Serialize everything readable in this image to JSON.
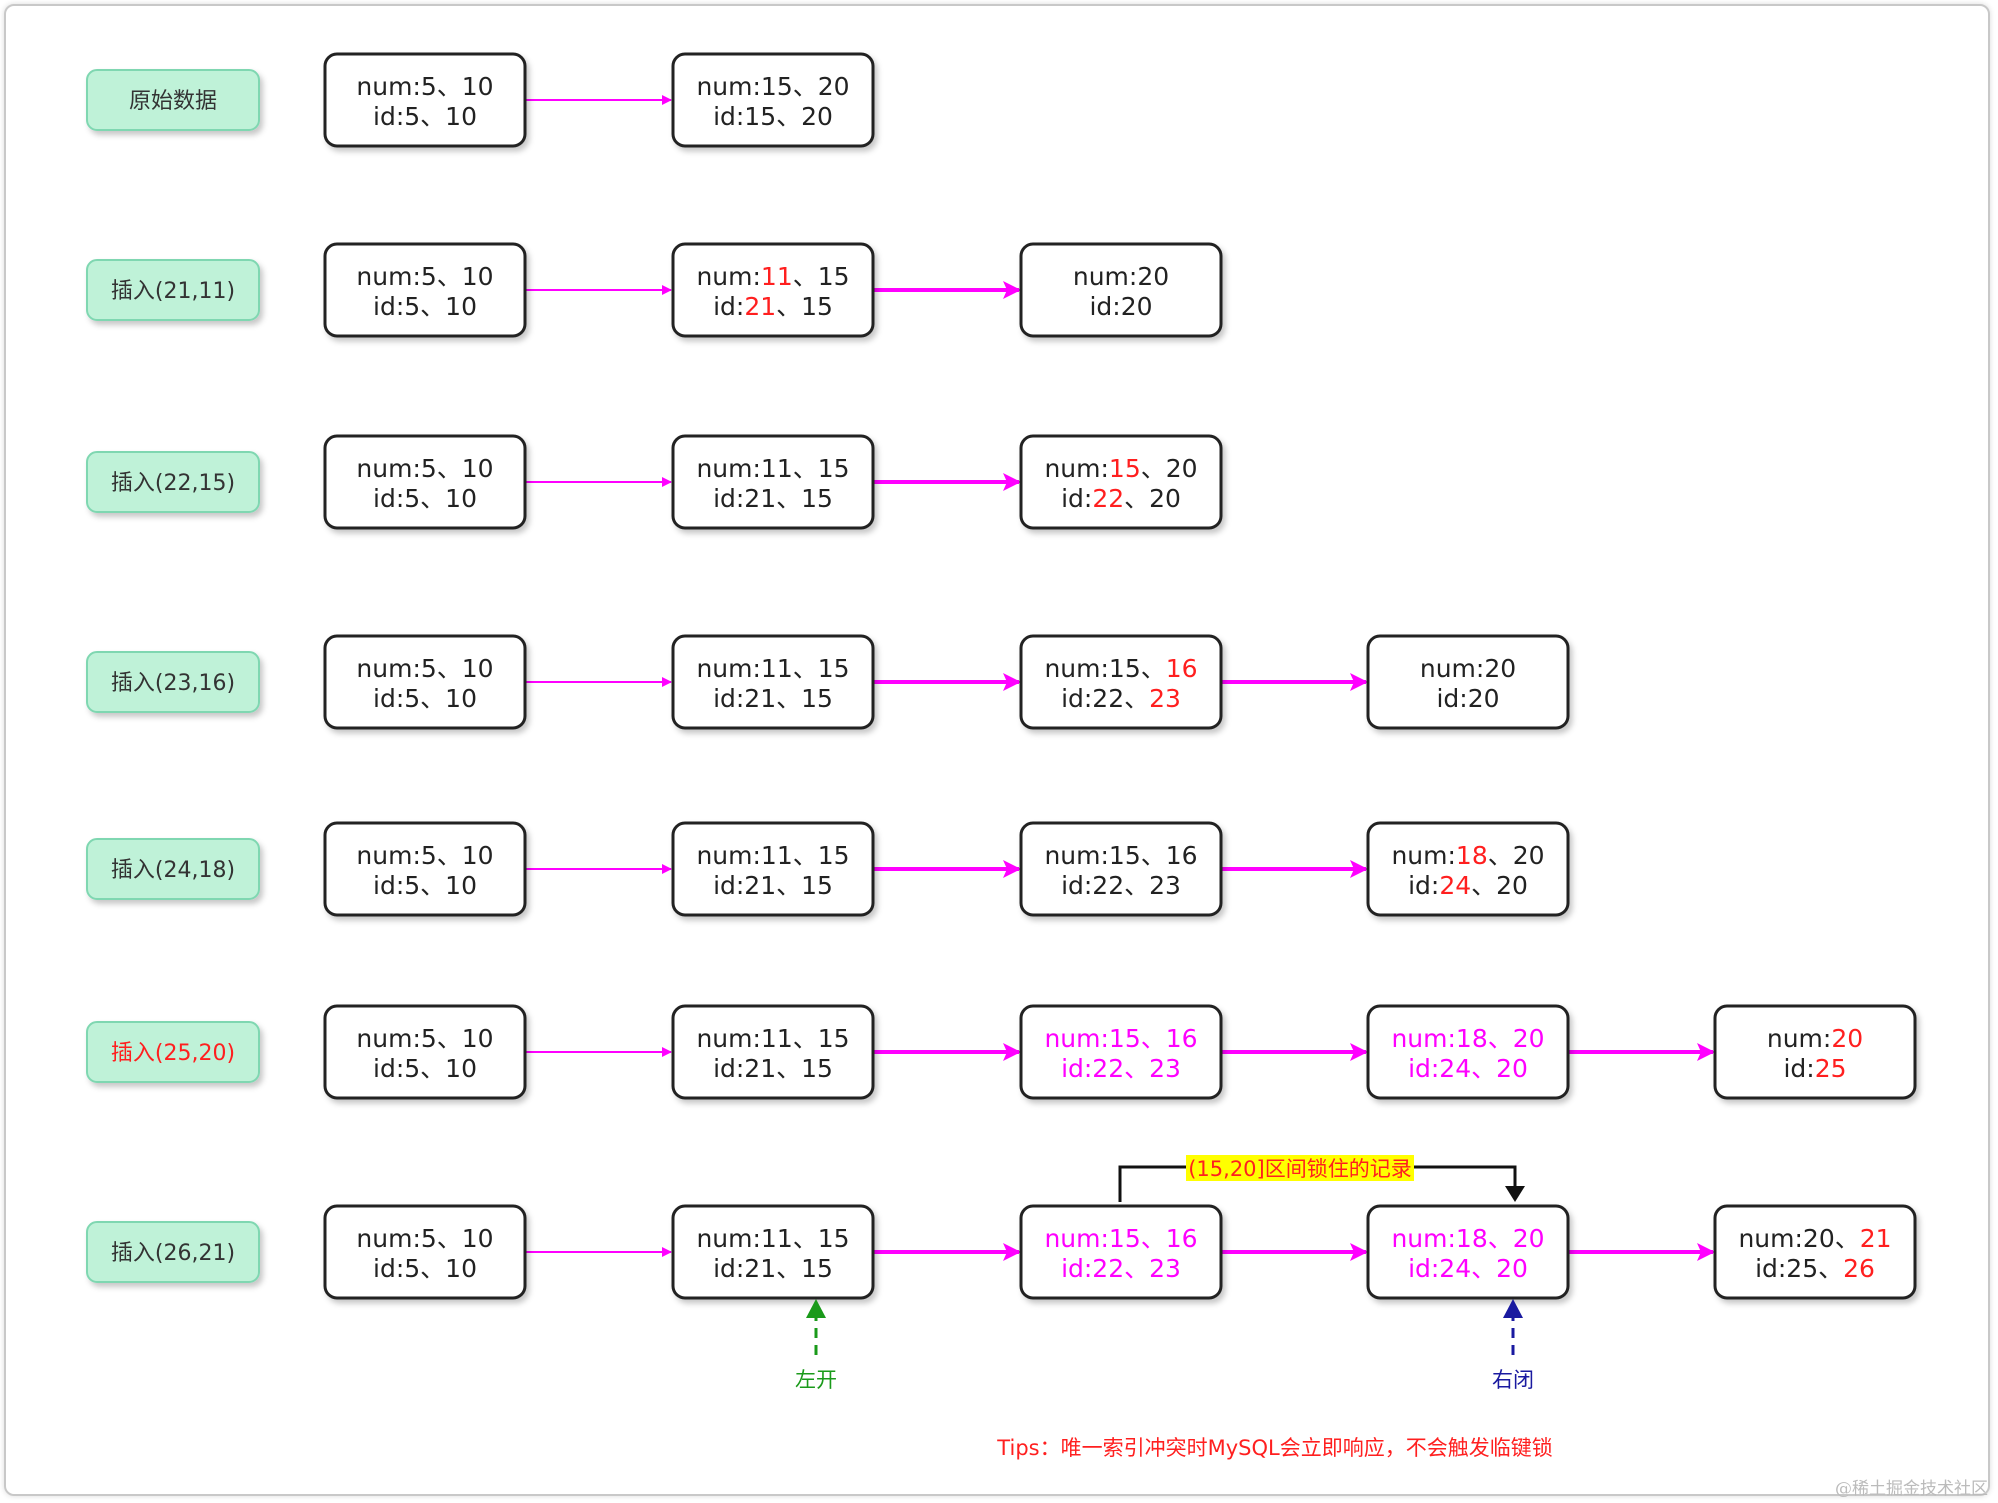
{
  "colors": {
    "label_bg": "#bff2d8",
    "label_stroke": "#7fd7b1",
    "label_text": "#333333",
    "label_highlight": "#ff1f1f",
    "box_stroke": "#222222",
    "text_normal": "#222222",
    "text_red": "#ff1f1f",
    "text_magenta": "#ff00ff",
    "arrow": "#ff00ff",
    "bracket": "#111111",
    "note_bg": "#ffff00",
    "note_text": "#ff1f1f",
    "left_mark": "#1a9a1a",
    "right_mark": "#1a1aa0",
    "tips": "#ff1f1f",
    "watermark": "#bbbbbb"
  },
  "rows": [
    {
      "label": "原始数据",
      "label_color": "normal",
      "nodes": [
        {
          "lines": [
            [
              {
                "t": "num:5、10"
              }
            ],
            [
              {
                "t": "id:5、10"
              }
            ]
          ]
        },
        {
          "lines": [
            [
              {
                "t": "num:15、20"
              }
            ],
            [
              {
                "t": "id:15、20"
              }
            ]
          ]
        }
      ]
    },
    {
      "label": "插入(21,11)",
      "label_color": "normal",
      "nodes": [
        {
          "lines": [
            [
              {
                "t": "num:5、10"
              }
            ],
            [
              {
                "t": "id:5、10"
              }
            ]
          ]
        },
        {
          "lines": [
            [
              {
                "t": "num:"
              },
              {
                "t": "11",
                "c": "red"
              },
              {
                "t": "、15"
              }
            ],
            [
              {
                "t": "id:"
              },
              {
                "t": "21",
                "c": "red"
              },
              {
                "t": "、15"
              }
            ]
          ]
        },
        {
          "lines": [
            [
              {
                "t": "num:20"
              }
            ],
            [
              {
                "t": "id:20"
              }
            ]
          ]
        }
      ]
    },
    {
      "label": "插入(22,15)",
      "label_color": "normal",
      "nodes": [
        {
          "lines": [
            [
              {
                "t": "num:5、10"
              }
            ],
            [
              {
                "t": "id:5、10"
              }
            ]
          ]
        },
        {
          "lines": [
            [
              {
                "t": "num:11、15"
              }
            ],
            [
              {
                "t": "id:21、15"
              }
            ]
          ]
        },
        {
          "lines": [
            [
              {
                "t": "num:"
              },
              {
                "t": "15",
                "c": "red"
              },
              {
                "t": "、20"
              }
            ],
            [
              {
                "t": "id:"
              },
              {
                "t": "22",
                "c": "red"
              },
              {
                "t": "、20"
              }
            ]
          ]
        }
      ]
    },
    {
      "label": "插入(23,16)",
      "label_color": "normal",
      "nodes": [
        {
          "lines": [
            [
              {
                "t": "num:5、10"
              }
            ],
            [
              {
                "t": "id:5、10"
              }
            ]
          ]
        },
        {
          "lines": [
            [
              {
                "t": "num:11、15"
              }
            ],
            [
              {
                "t": "id:21、15"
              }
            ]
          ]
        },
        {
          "lines": [
            [
              {
                "t": "num:15、"
              },
              {
                "t": "16",
                "c": "red"
              }
            ],
            [
              {
                "t": "id:22、"
              },
              {
                "t": "23",
                "c": "red"
              }
            ]
          ]
        },
        {
          "lines": [
            [
              {
                "t": "num:20"
              }
            ],
            [
              {
                "t": "id:20"
              }
            ]
          ]
        }
      ]
    },
    {
      "label": "插入(24,18)",
      "label_color": "normal",
      "nodes": [
        {
          "lines": [
            [
              {
                "t": "num:5、10"
              }
            ],
            [
              {
                "t": "id:5、10"
              }
            ]
          ]
        },
        {
          "lines": [
            [
              {
                "t": "num:11、15"
              }
            ],
            [
              {
                "t": "id:21、15"
              }
            ]
          ]
        },
        {
          "lines": [
            [
              {
                "t": "num:15、16"
              }
            ],
            [
              {
                "t": "id:22、23"
              }
            ]
          ]
        },
        {
          "lines": [
            [
              {
                "t": "num:"
              },
              {
                "t": "18",
                "c": "red"
              },
              {
                "t": "、20"
              }
            ],
            [
              {
                "t": "id:"
              },
              {
                "t": "24",
                "c": "red"
              },
              {
                "t": "、20"
              }
            ]
          ]
        }
      ]
    },
    {
      "label": "插入(25,20)",
      "label_color": "red",
      "nodes": [
        {
          "lines": [
            [
              {
                "t": "num:5、10"
              }
            ],
            [
              {
                "t": "id:5、10"
              }
            ]
          ]
        },
        {
          "lines": [
            [
              {
                "t": "num:11、15"
              }
            ],
            [
              {
                "t": "id:21、15"
              }
            ]
          ]
        },
        {
          "lines": [
            [
              {
                "t": "num:15、16",
                "c": "magenta"
              }
            ],
            [
              {
                "t": "id:22、23",
                "c": "magenta"
              }
            ]
          ]
        },
        {
          "lines": [
            [
              {
                "t": "num:18、20",
                "c": "magenta"
              }
            ],
            [
              {
                "t": "id:24、20",
                "c": "magenta"
              }
            ]
          ]
        },
        {
          "lines": [
            [
              {
                "t": "num:"
              },
              {
                "t": "20",
                "c": "red"
              }
            ],
            [
              {
                "t": "id:"
              },
              {
                "t": "25",
                "c": "red"
              }
            ]
          ]
        }
      ]
    },
    {
      "label": "插入(26,21)",
      "label_color": "normal",
      "nodes": [
        {
          "lines": [
            [
              {
                "t": "num:5、10"
              }
            ],
            [
              {
                "t": "id:5、10"
              }
            ]
          ]
        },
        {
          "lines": [
            [
              {
                "t": "num:11、15"
              }
            ],
            [
              {
                "t": "id:21、15"
              }
            ]
          ]
        },
        {
          "lines": [
            [
              {
                "t": "num:15、16",
                "c": "magenta"
              }
            ],
            [
              {
                "t": "id:22、23",
                "c": "magenta"
              }
            ]
          ]
        },
        {
          "lines": [
            [
              {
                "t": "num:18、20",
                "c": "magenta"
              }
            ],
            [
              {
                "t": "id:24、20",
                "c": "magenta"
              }
            ]
          ]
        },
        {
          "lines": [
            [
              {
                "t": "num:20、"
              },
              {
                "t": "21",
                "c": "red"
              }
            ],
            [
              {
                "t": "id:25、"
              },
              {
                "t": "26",
                "c": "red"
              }
            ]
          ]
        }
      ]
    }
  ],
  "lock_note": "(15,20]区间锁住的记录",
  "left_marker": "左开",
  "right_marker": "右闭",
  "tips": "Tips：唯一索引冲突时MySQL会立即响应，不会触发临键锁",
  "watermark": "@稀土掘金技术社区"
}
